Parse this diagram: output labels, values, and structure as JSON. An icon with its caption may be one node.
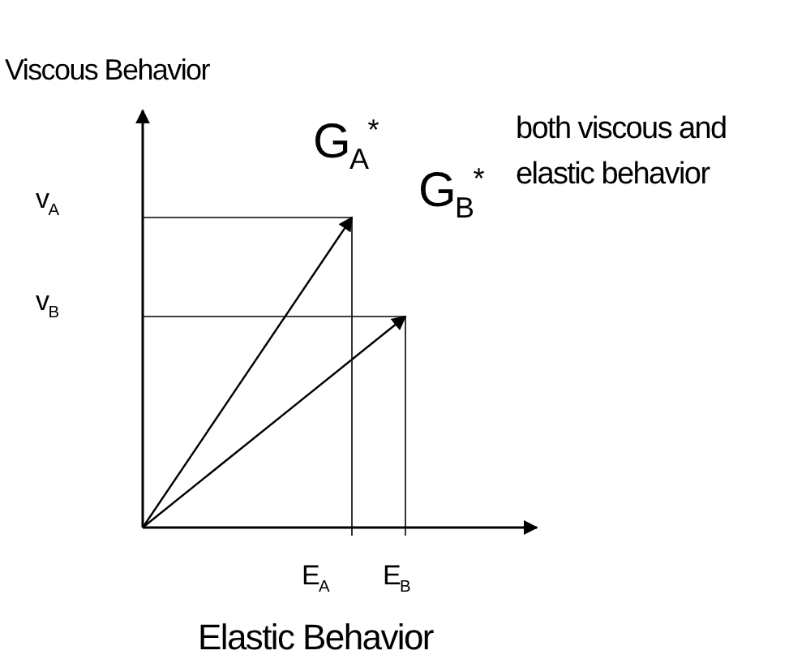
{
  "diagram": {
    "labels": [
      "Viscous Behavior",
      "G$_{A}$$^{*}$",
      "both viscous and elastic behavior",
      "v$_{A}$",
      "G$_{B}$$^{*}$",
      "v$_{B}$",
      "E$_{A}$",
      "E$_{B}$",
      "Elastic Behavior"
    ]
  }
}
